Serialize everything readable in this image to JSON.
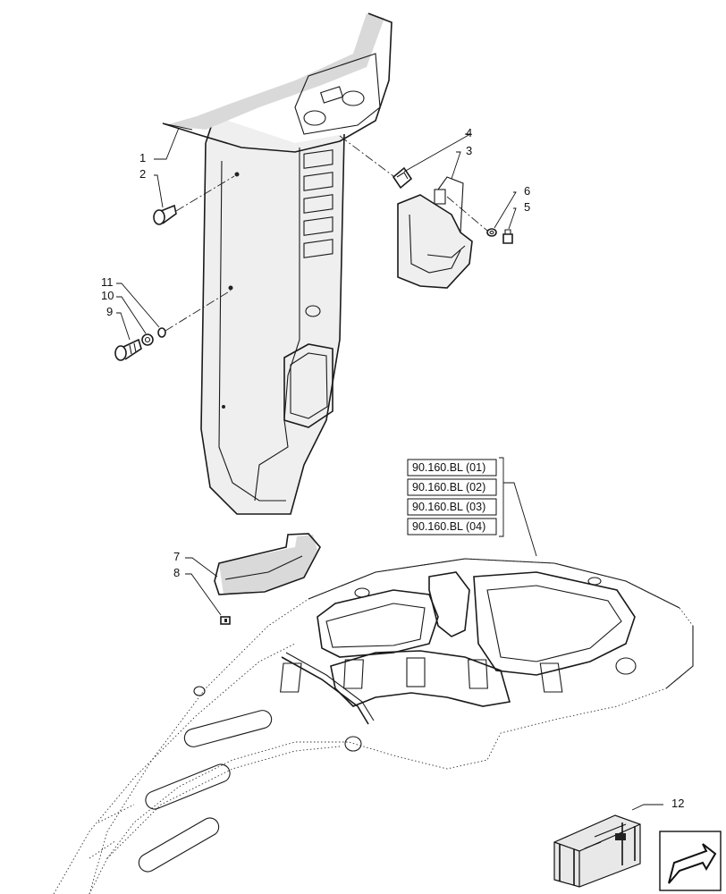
{
  "callouts": {
    "c1": "1",
    "c2": "2",
    "c3": "3",
    "c4": "4",
    "c5": "5",
    "c6": "6",
    "c7": "7",
    "c8": "8",
    "c9": "9",
    "c10": "10",
    "c11": "11",
    "c12": "12"
  },
  "references": [
    "90.160.BL (01)",
    "90.160.BL (02)",
    "90.160.BL (03)",
    "90.160.BL (04)"
  ],
  "icons": {
    "kit": "parts-box-icon",
    "nav": "next-page-arrow-icon"
  }
}
